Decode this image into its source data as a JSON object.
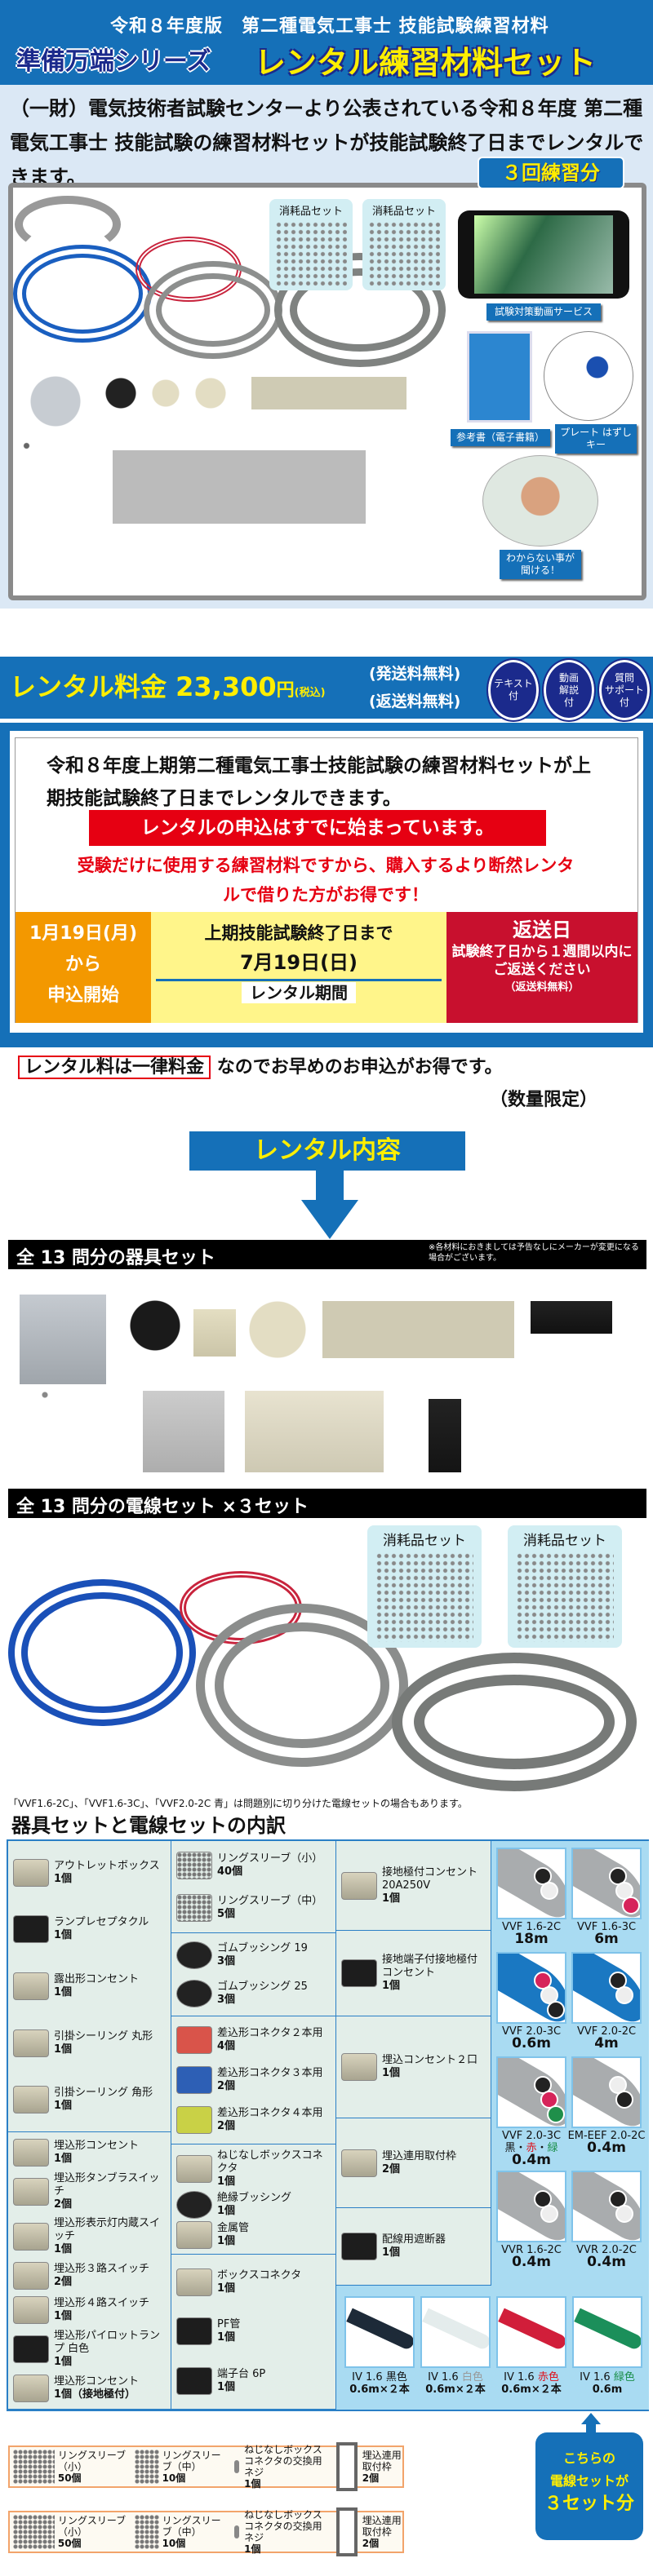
{
  "header": {
    "subtitle": "令和８年度版　第二種電気工事士 技能試験練習材料",
    "series": "準備万端シリーズ",
    "title": "レンタル練習材料セット"
  },
  "intro": {
    "text": "（一財）電気技術者試験センターより公表されている令和８年度 第二種電気工事士 技能試験の練習材料セットが技能試験終了日までレンタルできます。",
    "badge": "３回練習分"
  },
  "hero": {
    "consumable_label": "消耗品セット",
    "video_label": "試験対策動画サービス",
    "book_label": "参考書（電子書籍）",
    "key_label": "プレート はずしキー",
    "support_label": "わからない事が 聞ける！"
  },
  "price": {
    "label": "レンタル料金",
    "amount": "23,300",
    "unit": "円",
    "tax": "(税込)",
    "shipping": "(発送料無料)",
    "return": "(返送料無料)",
    "badges": [
      [
        "テキスト",
        "付"
      ],
      [
        "動画",
        "解説",
        "付"
      ],
      [
        "質問",
        "サポート",
        "付"
      ]
    ]
  },
  "info": {
    "line": "令和８年度上期第二種電気工事士技能試験の練習材料セットが上期技能試験終了日までレンタルできます。",
    "banner": "レンタルの申込はすでに始まっています。",
    "red": "受験だけに使用する練習材料ですから、購入するより断然レンタルで借りた方がお得です！",
    "start": {
      "date": "1月19日(月)",
      "from": "から",
      "label": "申込開始"
    },
    "period": {
      "line1": "上期技能試験終了日まで",
      "date": "7月19日(日)",
      "label": "レンタル期間"
    },
    "return": {
      "title": "返送日",
      "text": "試験終了日から１週間以内にご返送ください",
      "note": "（返送料無料）"
    }
  },
  "flat": {
    "boxed": "レンタル料は一律料金",
    "rest": "なのでお早めのお申込がお得です。",
    "limited": "（数量限定）"
  },
  "contents_title": "レンタル内容",
  "equip": {
    "title": "全 13 問分の器具セット",
    "note": "※各材料におきましては予告なしにメーカーが変更になる場合がございます。"
  },
  "wires": {
    "title": "全 13 問分の電線セット ×３セット",
    "consumable_label": "消耗品セット",
    "note": "「VVF1.6-2C」、「VVF1.6-3C」、「VVF2.0-2C 青」は問題別に切り分けた電線セットの場合もあります。"
  },
  "breakdown": {
    "title": "器具セットと電線セットの内訳",
    "col1": [
      [
        {
          "name": "アウトレットボックス",
          "qty": "1個",
          "icon": "outlet-box"
        },
        {
          "name": "ランプレセプタクル",
          "qty": "1個",
          "icon": "lamp-receptacle"
        },
        {
          "name": "露出形コンセント",
          "qty": "1個",
          "icon": "exposed-outlet"
        },
        {
          "name": "引掛シーリング 丸形",
          "qty": "1個",
          "icon": "ceiling-round"
        },
        {
          "name": "引掛シーリング 角形",
          "qty": "1個",
          "icon": "ceiling-square"
        }
      ],
      [
        {
          "name": "埋込形コンセント",
          "qty": "1個",
          "icon": "embedded-outlet"
        },
        {
          "name": "埋込形タンブラスイッチ",
          "qty": "2個",
          "icon": "tumbler-switch"
        },
        {
          "name": "埋込形表示灯内蔵スイッチ",
          "qty": "1個",
          "icon": "indicator-switch"
        },
        {
          "name": "埋込形３路スイッチ",
          "qty": "2個",
          "icon": "3way-switch"
        },
        {
          "name": "埋込形４路スイッチ",
          "qty": "1個",
          "icon": "4way-switch"
        },
        {
          "name": "埋込形パイロットランプ 白色",
          "qty": "1個",
          "icon": "pilot-lamp"
        },
        {
          "name": "埋込形コンセント",
          "qty": "1個（接地極付）",
          "icon": "grounded-outlet"
        }
      ]
    ],
    "col2": [
      [
        {
          "name": "リングスリーブ（小）",
          "qty": "40個",
          "icon": "ring-sleeve-small"
        },
        {
          "name": "リングスリーブ（中）",
          "qty": "5個",
          "icon": "ring-sleeve-medium"
        }
      ],
      [
        {
          "name": "ゴムブッシング 19",
          "qty": "3個",
          "icon": "rubber-bushing"
        },
        {
          "name": "ゴムブッシング 25",
          "qty": "3個",
          "icon": "rubber-bushing"
        }
      ],
      [
        {
          "name": "差込形コネクタ２本用",
          "qty": "4個",
          "icon": "connector-red"
        },
        {
          "name": "差込形コネクタ３本用",
          "qty": "2個",
          "icon": "connector-blue"
        },
        {
          "name": "差込形コネクタ４本用",
          "qty": "2個",
          "icon": "connector-yellow"
        }
      ],
      [
        {
          "name": "ねじなしボックスコネクタ",
          "qty": "1個",
          "icon": "box-connector-screwless"
        },
        {
          "name": "絶縁ブッシング",
          "qty": "1個",
          "icon": "insulating-bushing"
        },
        {
          "name": "金属管",
          "qty": "1個",
          "icon": "metal-pipe"
        }
      ],
      [
        {
          "name": "ボックスコネクタ",
          "qty": "1個",
          "icon": "box-connector"
        },
        {
          "name": "PF管",
          "qty": "1個",
          "icon": "pf-pipe"
        },
        {
          "name": "端子台 6P",
          "qty": "1個",
          "icon": "terminal-block"
        }
      ]
    ],
    "col3": [
      [
        {
          "name": "接地極付コンセント 20A250V",
          "qty": "1個",
          "icon": "outlet-20a"
        }
      ],
      [
        {
          "name": "接地端子付接地極付コンセント",
          "qty": "1個",
          "icon": "outlet-ground-terminal"
        }
      ],
      [
        {
          "name": "埋込コンセント２口",
          "qty": "1個",
          "icon": "double-outlet"
        }
      ],
      [
        {
          "name": "埋込連用取付枠",
          "qty": "2個",
          "icon": "mounting-frame"
        }
      ],
      [
        {
          "name": "配線用遮断器",
          "qty": "1個",
          "icon": "circuit-breaker"
        }
      ]
    ],
    "cables": [
      {
        "name": "VVF 1.6-2C",
        "len": "18m",
        "colors": [
          "#222",
          "#eee"
        ],
        "sheath": "#a9acae"
      },
      {
        "name": "VVF 1.6-3C",
        "len": "6m",
        "colors": [
          "#222",
          "#eee",
          "#d6245a"
        ],
        "sheath": "#a9acae"
      },
      {
        "name": "VVF 2.0-3C",
        "len": "0.6m",
        "colors": [
          "#d6245a",
          "#eee",
          "#222"
        ],
        "sheath": "#1a78c2"
      },
      {
        "name": "VVF 2.0-2C",
        "len": "4m",
        "colors": [
          "#222",
          "#eee"
        ],
        "sheath": "#1a78c2"
      },
      {
        "name": "VVF 2.0-3C",
        "sub": [
          "黒",
          "・",
          "赤",
          "・",
          "緑"
        ],
        "len": "0.4m",
        "colors": [
          "#222",
          "#d6245a",
          "#1f8f4a"
        ],
        "sheath": "#a9acae"
      },
      {
        "name": "EM-EEF 2.0-2C",
        "len": "0.4m",
        "colors": [
          "#eee",
          "#222"
        ],
        "sheath": "#a9acae"
      },
      {
        "name": "VVR 1.6-2C",
        "len": "0.4m",
        "colors": [
          "#222",
          "#eee"
        ],
        "sheath": "#a9acae"
      },
      {
        "name": "VVR 2.0-2C",
        "len": "0.4m",
        "colors": [
          "#222",
          "#eee"
        ],
        "sheath": "#a9acae"
      }
    ],
    "iv": [
      {
        "name": "IV 1.6",
        "color_name": "黒色",
        "len": "0.6m×２本",
        "color": "#1d2a38",
        "text_color": "#111"
      },
      {
        "name": "IV 1.6",
        "color_name": "白色",
        "len": "0.6m×２本",
        "color": "#e4ecec",
        "text_color": "#999"
      },
      {
        "name": "IV 1.6",
        "color_name": "赤色",
        "len": "0.6m×２本",
        "color": "#d11e3a",
        "text_color": "#e0101a"
      },
      {
        "name": "IV 1.6",
        "color_name": "緑色",
        "len": "0.6m",
        "color": "#1b8f5a",
        "text_color": "#1b8f4a"
      }
    ]
  },
  "consumables_rows": [
    [
      {
        "name": "リングスリーブ（小）",
        "qty": "50個"
      },
      {
        "name": "リングスリーブ（中）",
        "qty": "10個"
      },
      {
        "name": "ねじなしボックスコネクタの交換用ネジ",
        "qty": "1個"
      },
      {
        "name": "埋込連用取付枠",
        "qty": "2個"
      }
    ],
    [
      {
        "name": "リングスリーブ（小）",
        "qty": "50個"
      },
      {
        "name": "リングスリーブ（中）",
        "qty": "10個"
      },
      {
        "name": "ねじなしボックスコネクタの交換用ネジ",
        "qty": "1個"
      },
      {
        "name": "埋込連用取付枠",
        "qty": "2個"
      }
    ]
  ],
  "three_sets": {
    "line1": "こちらの",
    "line2": "電線セットが",
    "line3": "３セット分"
  },
  "colors": {
    "brand_blue": "#1570b8",
    "yellow": "#ffee00",
    "red": "#e60012",
    "orange": "#f39800"
  }
}
